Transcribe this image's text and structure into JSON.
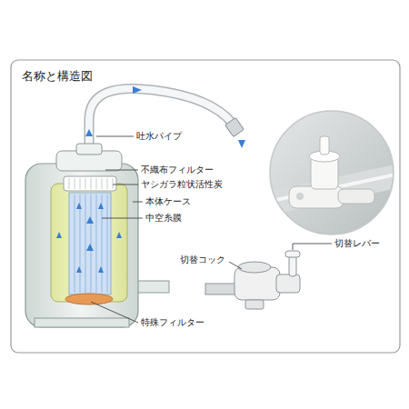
{
  "diagram": {
    "title": "名称と構造図",
    "labels": [
      "吐水パイプ",
      "不織布フィルター",
      "ヤシガラ粒状活性炭",
      "本体ケース",
      "中空糸膜",
      "切替コック",
      "切替レバー",
      "特殊フィルター"
    ]
  }
}
